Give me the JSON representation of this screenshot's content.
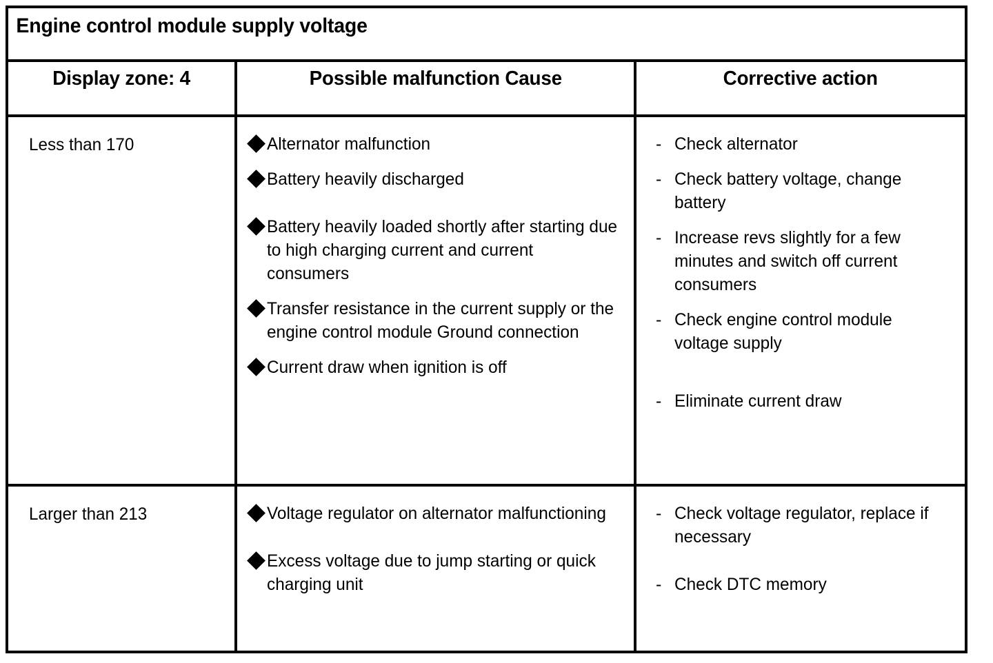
{
  "document": {
    "title": "Engine control module supply voltage"
  },
  "table": {
    "headers": {
      "zone": "Display zone: 4",
      "cause": "Possible malfunction Cause",
      "action": "Corrective action"
    },
    "bullet_glyph": "diamond",
    "dash_glyph": "-",
    "rows": [
      {
        "zone": "Less than 170",
        "causes": [
          "Alternator malfunction",
          "Battery heavily discharged",
          "Battery heavily loaded shortly after starting due to high charging current and current consumers",
          "Transfer resistance in the current supply or the engine control module Ground connection",
          "Current draw when ignition is off"
        ],
        "actions": [
          "Check alternator",
          "Check battery voltage, change battery",
          "Increase revs slightly for a few minutes and switch off current consumers",
          "Check engine control module voltage supply",
          "Eliminate current draw"
        ]
      },
      {
        "zone": "Larger than 213",
        "causes": [
          "Voltage regulator on alternator malfunctioning",
          "Excess voltage due to jump starting or quick charging unit"
        ],
        "actions": [
          "Check voltage regulator, replace if necessary",
          "Check DTC memory"
        ]
      }
    ]
  },
  "colors": {
    "border": "#000000",
    "text": "#000000",
    "background": "#ffffff"
  }
}
